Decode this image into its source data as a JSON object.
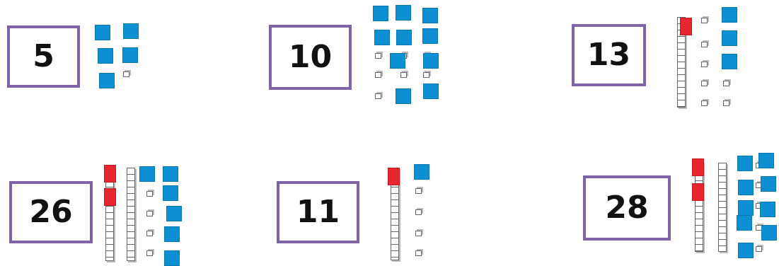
{
  "cards": [
    {
      "number": "5"
    },
    {
      "number": "10"
    },
    {
      "number": "13"
    },
    {
      "number": "26"
    },
    {
      "number": "11"
    },
    {
      "number": "28"
    }
  ],
  "colors": {
    "box_border": "#7f63a6",
    "unit_cover": "#0e8fd3",
    "ten_cover": "#e8262f"
  }
}
